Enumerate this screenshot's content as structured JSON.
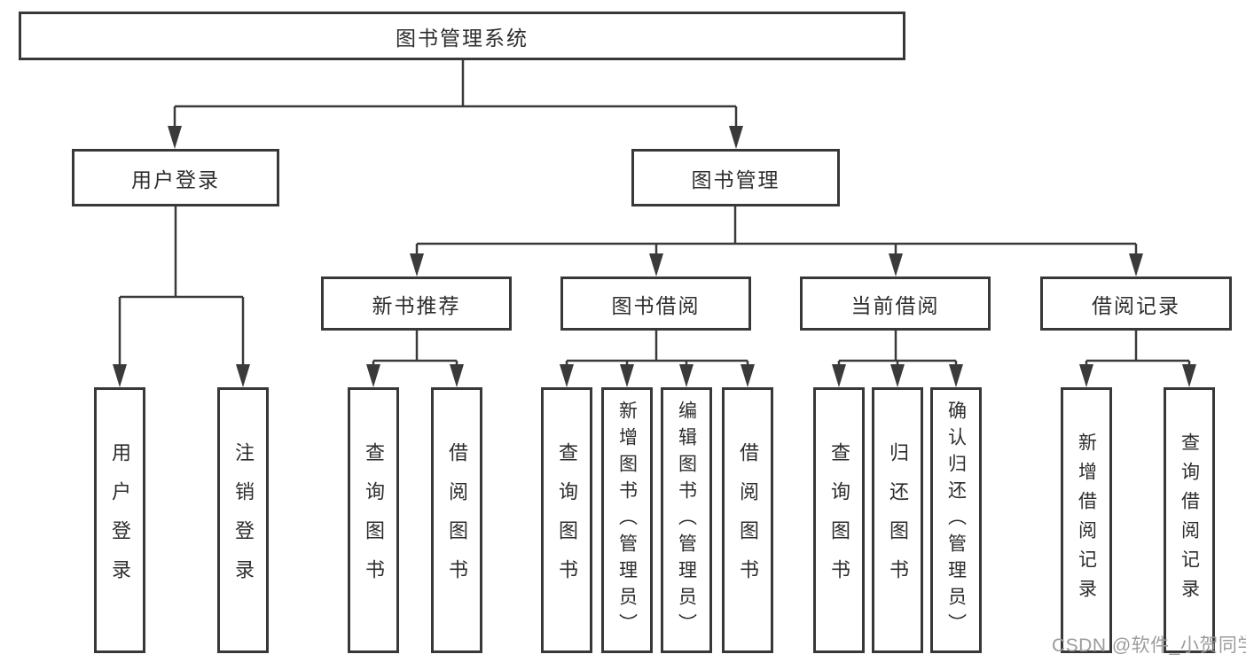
{
  "colors": {
    "line": "#3a3a3a",
    "box-border": "#383838",
    "text": "#2d2d2d",
    "watermark": "#9c9c9c",
    "background": "#ffffff"
  },
  "tree": {
    "root": "图书管理系统",
    "branches": [
      {
        "label": "用户登录",
        "children": [
          "用户登录",
          "注销登录"
        ]
      },
      {
        "label": "图书管理",
        "groups": [
          {
            "label": "新书推荐",
            "children": [
              "查询图书",
              "借阅图书"
            ]
          },
          {
            "label": "图书借阅",
            "children": [
              "查询图书",
              "新增图书（管理员）",
              "编辑图书（管理员）",
              "借阅图书"
            ]
          },
          {
            "label": "当前借阅",
            "children": [
              "查询图书",
              "归还图书",
              "确认归还（管理员）"
            ]
          },
          {
            "label": "借阅记录",
            "children": [
              "新增借阅记录",
              "查询借阅记录"
            ]
          }
        ]
      }
    ]
  },
  "watermark": {
    "text": "CSDN @软件_小贺同学"
  }
}
